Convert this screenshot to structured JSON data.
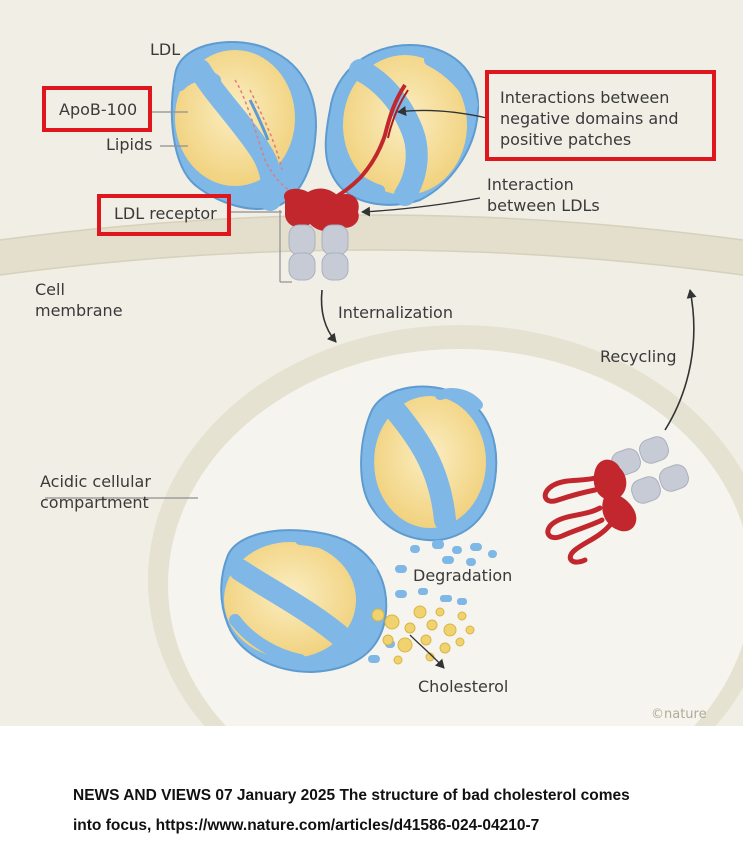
{
  "labels": {
    "ldl": "LDL",
    "apob100": "ApoB-100",
    "lipids": "Lipids",
    "ldl_receptor": "LDL receptor",
    "interactions_l1": "Interactions between",
    "interactions_l2": "negative domains and",
    "interactions_l3": "positive patches",
    "interaction_ldls_l1": "Interaction",
    "interaction_ldls_l2": "between LDLs",
    "cell_membrane_l1": "Cell",
    "cell_membrane_l2": "membrane",
    "internalization": "Internalization",
    "recycling": "Recycling",
    "acidic_l1": "Acidic cellular",
    "acidic_l2": "compartment",
    "degradation": "Degradation",
    "cholesterol": "Cholesterol"
  },
  "credit": "©nature",
  "caption": {
    "line1": "NEWS AND VIEWS 07 January 2025 The structure of bad cholesterol comes",
    "line2": "into focus, https://www.nature.com/articles/d41586-024-04210-7"
  },
  "colors": {
    "background": "#f0eee5",
    "membrane": "#e3dfcc",
    "compartment": "#f6f4ee",
    "apob_blue": "#7fb7e6",
    "lipid_yellow": "#f5dc9a",
    "receptor_red": "#c1272d",
    "receptor_grey": "#c7cbd6",
    "highlight_red": "#e0161e"
  }
}
